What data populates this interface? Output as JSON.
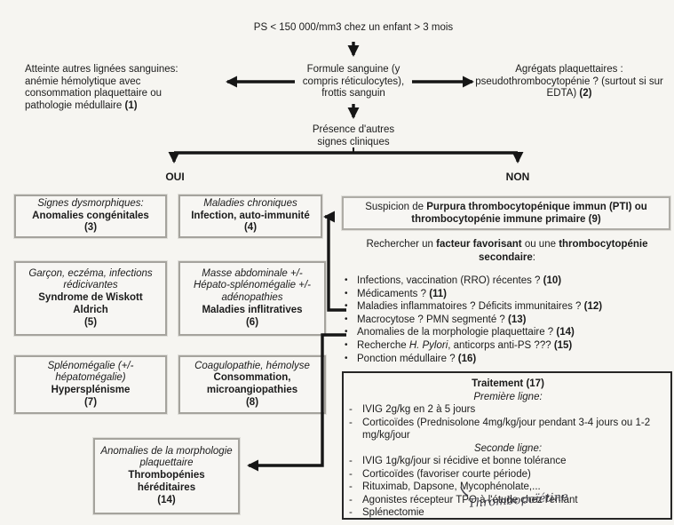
{
  "flow": {
    "start": "PS < 150 000/mm3 chez un enfant > 3 mois",
    "formule": "Formule sanguine (y compris réticulocytes), frottis sanguin",
    "presence": "Présence d'autres signes cliniques",
    "oui": "OUI",
    "non": "NON",
    "left_note": {
      "text": "Atteinte autres lignées sanguines: anémie hémolytique avec consommation plaquettaire ou pathologie médullaire ",
      "ref": "(1)"
    },
    "right_note": {
      "text": "Agrégats plaquettaires : pseudothrombocytopénie ? (surtout si sur EDTA) ",
      "ref": "(2)"
    }
  },
  "boxes": {
    "b3": {
      "italic": "Signes dysmorphiques:",
      "bold": "Anomalies congénitales",
      "ref": "(3)"
    },
    "b4": {
      "italic": "Maladies chroniques",
      "bold": "Infection, auto-immunité",
      "ref": "(4)"
    },
    "b5": {
      "italic": "Garçon, eczéma, infections rédicivantes",
      "bold": "Syndrome de Wiskott Aldrich",
      "ref": "(5)"
    },
    "b6": {
      "italic": "Masse abdominale +/- Hépato-splénomégalie +/- adénopathies",
      "bold": "Maladies inflitratives",
      "ref": "(6)"
    },
    "b7": {
      "italic": "Splénomégalie (+/- hépatomégalie)",
      "bold": "Hypersplénisme",
      "ref": "(7)"
    },
    "b8": {
      "italic": "Coagulopathie, hémolyse",
      "bold": "Consommation, microangiopathies",
      "ref": "(8)"
    },
    "b14": {
      "italic": "Anomalies de la morphologie plaquettaire",
      "bold": "Thrombopénies héréditaires",
      "ref": "(14)"
    }
  },
  "pti": {
    "suspicion_pre": "Suspicion de ",
    "suspicion_bold": "Purpura thrombocytopénique immun (PTI) ou thrombocytopénie immune primaire (9)",
    "search": {
      "p1": "Rechercher un ",
      "b1": "facteur favorisant",
      "p2": " ou une ",
      "b2": "thrombocytopénie secondaire",
      "p3": ":"
    },
    "bullets": [
      {
        "pre": "Infections, vaccination (RRO) récentes ? ",
        "italic": "",
        "post": "",
        "ref": "(10)"
      },
      {
        "pre": "Médicaments ? ",
        "italic": "",
        "post": "",
        "ref": "(11)"
      },
      {
        "pre": "Maladies inflammatoires ? Déficits immunitaires ? ",
        "italic": "",
        "post": "",
        "ref": "(12)"
      },
      {
        "pre": "Macrocytose ? PMN segmenté ? ",
        "italic": "",
        "post": "",
        "ref": "(13)"
      },
      {
        "pre": "Anomalies de la morphologie plaquettaire ? ",
        "italic": "",
        "post": "",
        "ref": "(14)"
      },
      {
        "pre": "Recherche ",
        "italic": "H. Pylori",
        "post": ", anticorps anti-PS ??? ",
        "ref": "(15)"
      },
      {
        "pre": "Ponction médullaire ? ",
        "italic": "",
        "post": "",
        "ref": "(16)"
      }
    ]
  },
  "treatment": {
    "title": "Traitement (17)",
    "first_header": "Première ligne:",
    "first_items": [
      "IVIG 2g/kg en 2 à 5 jours",
      "Corticoïdes (Prednisolone 4mg/kg/jour pendant 3-4 jours ou 1-2 mg/kg/jour"
    ],
    "second_header": "Seconde ligne:",
    "second_items": [
      "IVIG 1g/kg/jour si récidive et bonne tolérance",
      "Corticoïdes (favoriser courte période)",
      "Rituximab, Dapsone, Mycophénolate,...",
      "Agonistes récepteur TPO  à l'étude chez l'enfant",
      "Splénectomie"
    ],
    "handwriting": "Thrombopoïétine"
  },
  "palette": {
    "ink": "#1b1b1b",
    "paper": "#f6f5f1",
    "gray_box_border": "#a5a39d",
    "dark_box_border": "#262626",
    "handwriting_ink": "#3c3c46"
  }
}
